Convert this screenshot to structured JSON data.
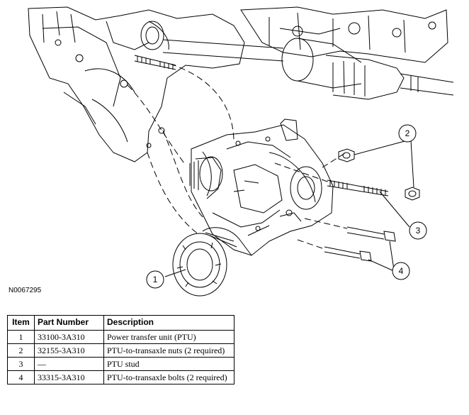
{
  "figure_id": "N0067295",
  "callouts": [
    "1",
    "2",
    "3",
    "4"
  ],
  "table": {
    "headers": [
      "Item",
      "Part Number",
      "Description"
    ],
    "rows": [
      {
        "item": "1",
        "part_number": "33100-3A310",
        "description": "Power transfer unit (PTU)"
      },
      {
        "item": "2",
        "part_number": "32155-3A310",
        "description": "PTU-to-transaxle nuts (2 required)"
      },
      {
        "item": "3",
        "part_number": "—",
        "description": "PTU stud"
      },
      {
        "item": "4",
        "part_number": "33315-3A310",
        "description": "PTU-to-transaxle bolts (2 required)"
      }
    ]
  }
}
